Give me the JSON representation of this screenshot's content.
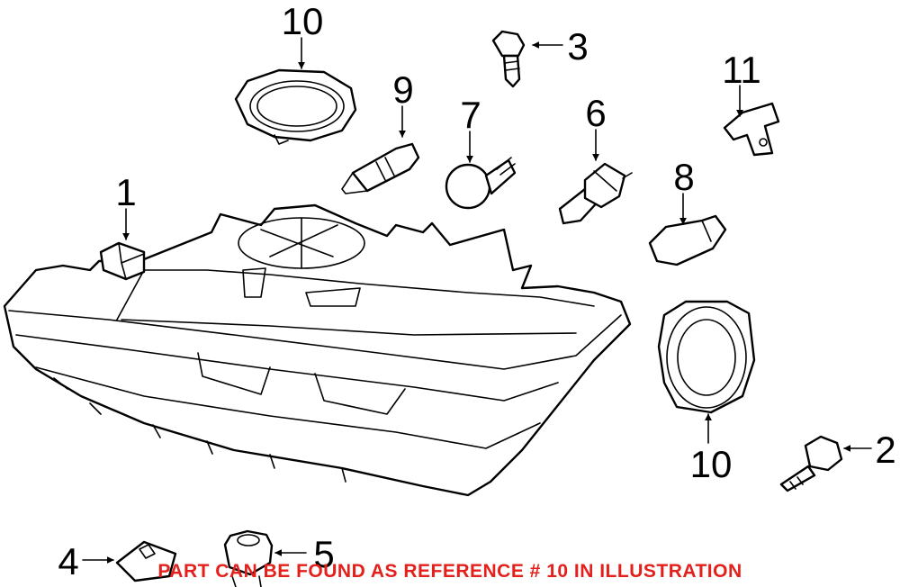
{
  "callouts": [
    {
      "id": "1",
      "label": "1"
    },
    {
      "id": "2",
      "label": "2"
    },
    {
      "id": "3",
      "label": "3"
    },
    {
      "id": "4",
      "label": "4"
    },
    {
      "id": "5",
      "label": "5"
    },
    {
      "id": "6",
      "label": "6"
    },
    {
      "id": "7",
      "label": "7"
    },
    {
      "id": "8",
      "label": "8"
    },
    {
      "id": "9",
      "label": "9"
    },
    {
      "id": "10a",
      "label": "10"
    },
    {
      "id": "10b",
      "label": "10"
    },
    {
      "id": "11",
      "label": "11"
    }
  ],
  "note": "PART CAN BE FOUND AS REFERENCE # 10 IN ILLUSTRATION",
  "colors": {
    "note": "#e3201b",
    "line": "#000000",
    "background": "#ffffff"
  }
}
